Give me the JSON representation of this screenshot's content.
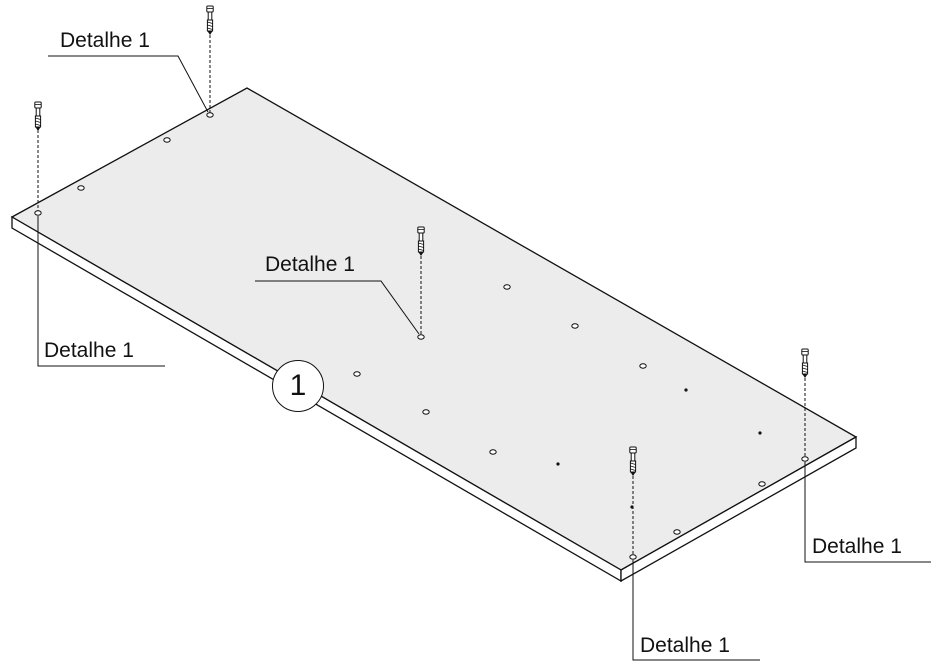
{
  "diagram": {
    "part_number": "1",
    "callouts": [
      {
        "id": "c1",
        "text": "Detalhe 1"
      },
      {
        "id": "c2",
        "text": "Detalhe 1"
      },
      {
        "id": "c3",
        "text": "Detalhe 1"
      },
      {
        "id": "c4",
        "text": "Detalhe 1"
      },
      {
        "id": "c5",
        "text": "Detalhe 1"
      }
    ],
    "colors": {
      "panel_top": "#ececec",
      "panel_edge": "#ffffff",
      "line": "#111111"
    },
    "fasteners_count_label": ""
  }
}
